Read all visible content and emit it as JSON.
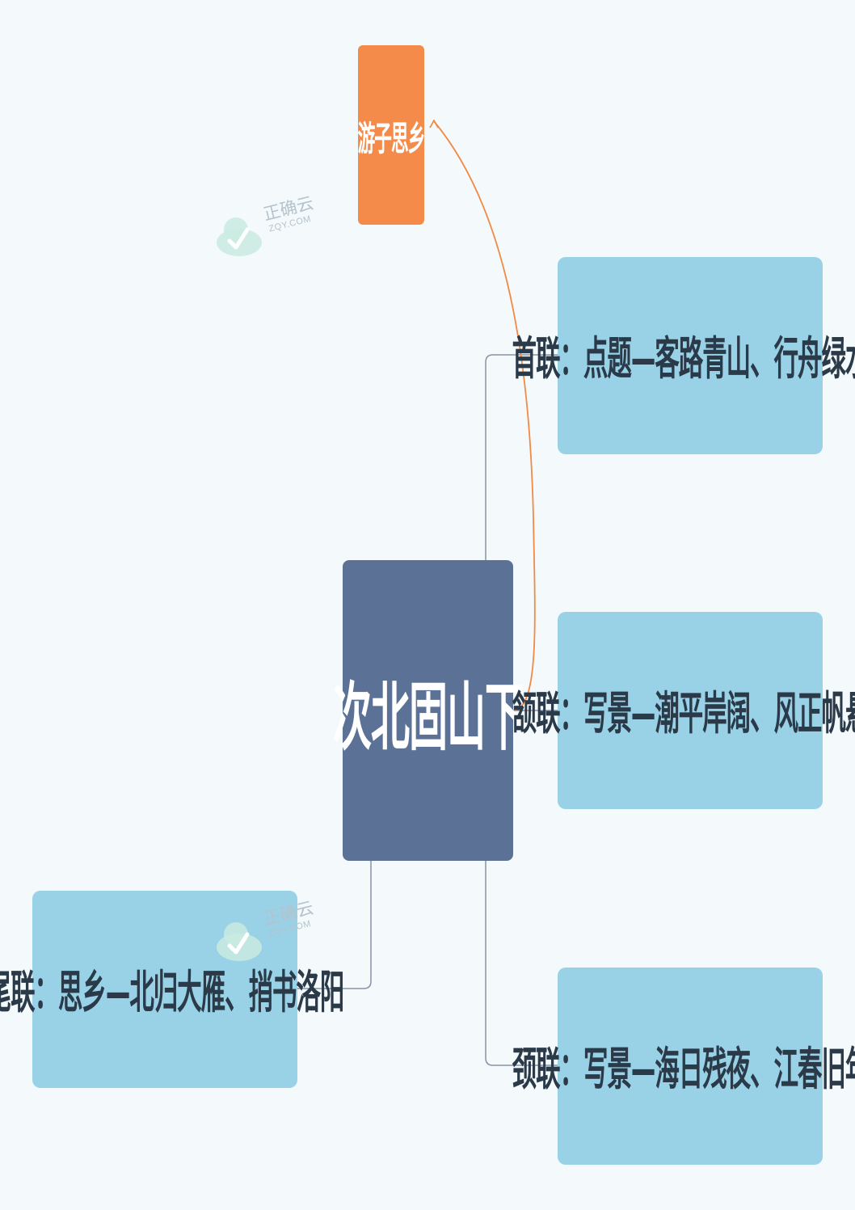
{
  "mindmap": {
    "central": "次北固山下",
    "topics": [
      {
        "label": "首联：点题—客路青山、行舟绿水"
      },
      {
        "label": "颔联：写景—潮平岸阔、风正帆悬"
      },
      {
        "label": "颈联：写景—海日残夜、江春旧年"
      },
      {
        "label": "尾联：思乡—北归大雁、捎书洛阳"
      }
    ],
    "callout": "游子思乡"
  },
  "watermark": {
    "text": "正确云",
    "subtext": "ZQY.COM"
  },
  "colors": {
    "background": "#f4f9fc",
    "central_fill": "#5b7196",
    "topic_fill": "#99d1e7",
    "callout_fill": "#f58b4b",
    "connector": "#8592a6",
    "relation_line": "#f08a45"
  }
}
